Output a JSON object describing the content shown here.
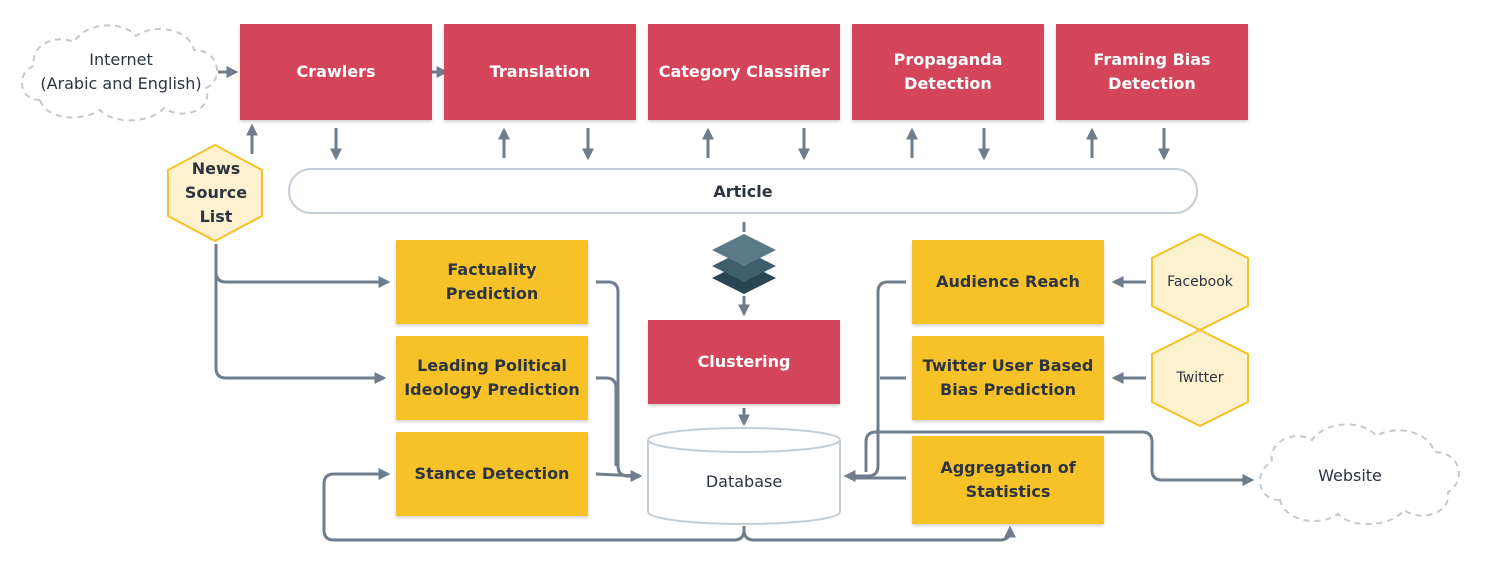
{
  "sources": {
    "internet": "Internet\n(Arabic and English)",
    "news_source_list": "News\nSource\nList",
    "facebook": "Facebook",
    "twitter": "Twitter",
    "website": "Website"
  },
  "pipeline": {
    "crawlers": "Crawlers",
    "translation": "Translation",
    "category_classifier": "Category Classifier",
    "propaganda_detection": "Propaganda\nDetection",
    "framing_bias_detection": "Framing Bias\nDetection"
  },
  "article": "Article",
  "clustering": "Clustering",
  "database": "Database",
  "left_modules": {
    "factuality": "Factuality Prediction",
    "political_ideology": "Leading Political\nIdeology Prediction",
    "stance": "Stance Detection"
  },
  "right_modules": {
    "audience_reach": "Audience Reach",
    "twitter_bias": "Twitter User Based\nBias Prediction",
    "aggregation": "Aggregation of\nStatistics"
  },
  "colors": {
    "red": "#d4455a",
    "yellow": "#f6c227",
    "hex_fill": "#fdf1cf",
    "hex_stroke": "#f6c227",
    "arrow": "#6f7d8c",
    "cloud_stroke": "#c3c9cf",
    "layers": [
      "#5a7b87",
      "#3f5f6c",
      "#274552"
    ]
  },
  "icons": {
    "cloud": "cloud-icon",
    "hexagon": "hexagon-icon",
    "layers": "layers-stack-icon",
    "cylinder": "database-cylinder-icon"
  }
}
